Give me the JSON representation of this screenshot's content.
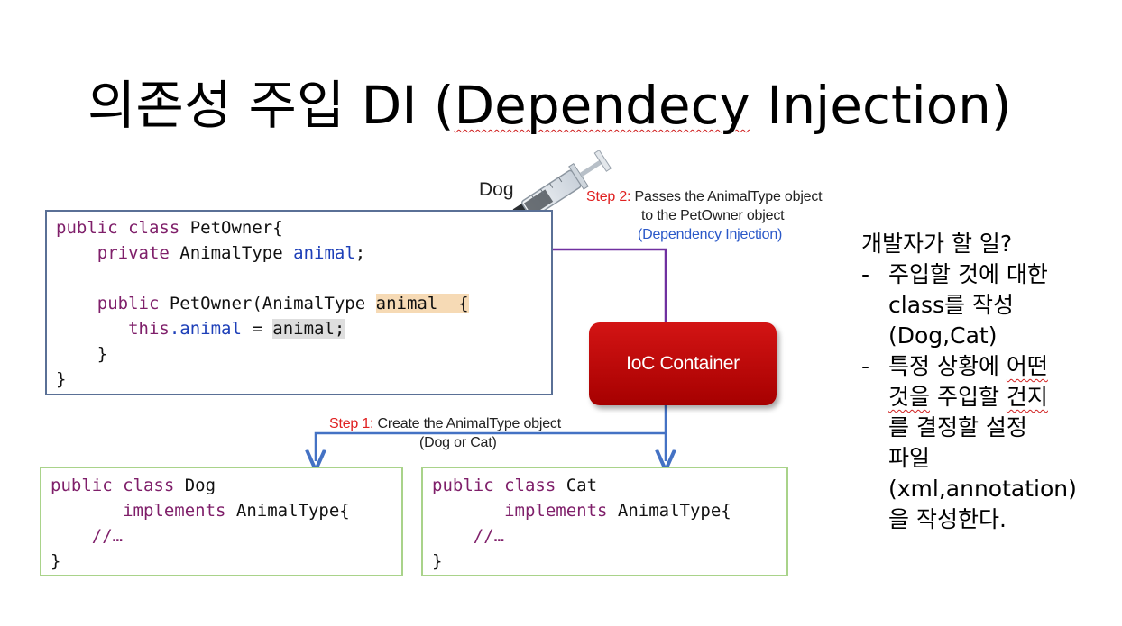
{
  "title": {
    "prefix": "의존성 주입 DI (",
    "squiggle_word": "Dependecy",
    "suffix": " Injection)"
  },
  "labels": {
    "dog": "Dog",
    "ioc_container": "IoC Container"
  },
  "step2": {
    "prefix": "Step 2:",
    "line1": " Passes the AnimalType object",
    "line2": "to the PetOwner object",
    "line3": "(Dependency Injection)"
  },
  "step1": {
    "prefix": "Step 1:",
    "line1": " Create the AnimalType object",
    "line2": "(Dog or Cat)"
  },
  "code_owner": {
    "public_class": "public class",
    "class_name": " PetOwner{",
    "private": "private",
    "field_type": " AnimalType ",
    "field_name": "animal",
    "semicolon": ";",
    "public": "public",
    "ctor": " PetOwner(AnimalType ",
    "param": "animal ",
    "brace_open": " {",
    "this_kw": "this",
    "this_field": ".animal",
    "assign": " = ",
    "assign_value": "animal;",
    "inner_close": "}",
    "outer_close": "}"
  },
  "code_dog": {
    "public_class": "public class",
    "class_name": " Dog",
    "implements": "implements",
    "interface": " AnimalType{",
    "comment": "//…",
    "close": "}"
  },
  "code_cat": {
    "public_class": "public class",
    "class_name": " Cat",
    "implements": "implements",
    "interface": " AnimalType{",
    "comment": "//…",
    "close": "}"
  },
  "notes": {
    "heading": "개발자가 할 일?",
    "dash": "-",
    "item1_line1": "주입할 것에 대한",
    "item1_line2": "class를 작성",
    "item1_line3": "(Dog,Cat)",
    "item2_line1_a": "특정 상황에 ",
    "item2_line1_b": "어떤",
    "item2_line2_a": "것을",
    "item2_line2_b": " 주입할 ",
    "item2_line2_c": "건지",
    "item2_line3": "를 결정할 설정",
    "item2_line4": "파일",
    "item2_line5": "(xml,annotation)",
    "item2_line6": "을 작성한다."
  },
  "colors": {
    "arrow_purple": "#7030a0",
    "arrow_blue": "#4472c4",
    "ioc_red": "#c00000",
    "keyword": "#7f1f6a",
    "field": "#1d3fb8"
  }
}
